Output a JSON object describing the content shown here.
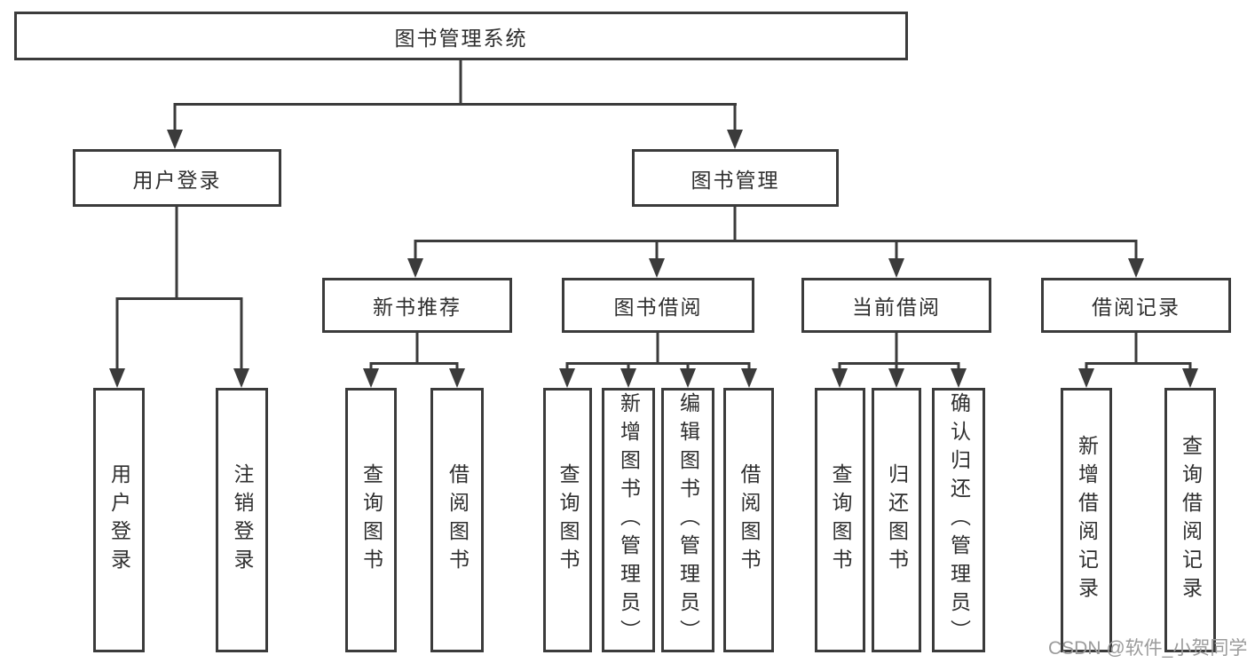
{
  "tree": {
    "label": "图书管理系统",
    "children": [
      {
        "label": "用户登录",
        "children": [
          {
            "label": "用户登录"
          },
          {
            "label": "注销登录"
          }
        ]
      },
      {
        "label": "图书管理",
        "children": [
          {
            "label": "新书推荐",
            "children": [
              {
                "label": "查询图书"
              },
              {
                "label": "借阅图书"
              }
            ]
          },
          {
            "label": "图书借阅",
            "children": [
              {
                "label": "查询图书"
              },
              {
                "label": "新增图书（管理员）"
              },
              {
                "label": "编辑图书（管理员）"
              },
              {
                "label": "借阅图书"
              }
            ]
          },
          {
            "label": "当前借阅",
            "children": [
              {
                "label": "查询图书"
              },
              {
                "label": "归还图书"
              },
              {
                "label": "确认归还（管理员）"
              }
            ]
          },
          {
            "label": "借阅记录",
            "children": [
              {
                "label": "新增借阅记录"
              },
              {
                "label": "查询借阅记录"
              }
            ]
          }
        ]
      }
    ]
  },
  "watermark": "CSDN @软件_小贺同学",
  "colors": {
    "line": "#3b3b3b",
    "text": "#2f2f2f",
    "background": "#ffffff",
    "watermark": "#9b9b9b"
  }
}
